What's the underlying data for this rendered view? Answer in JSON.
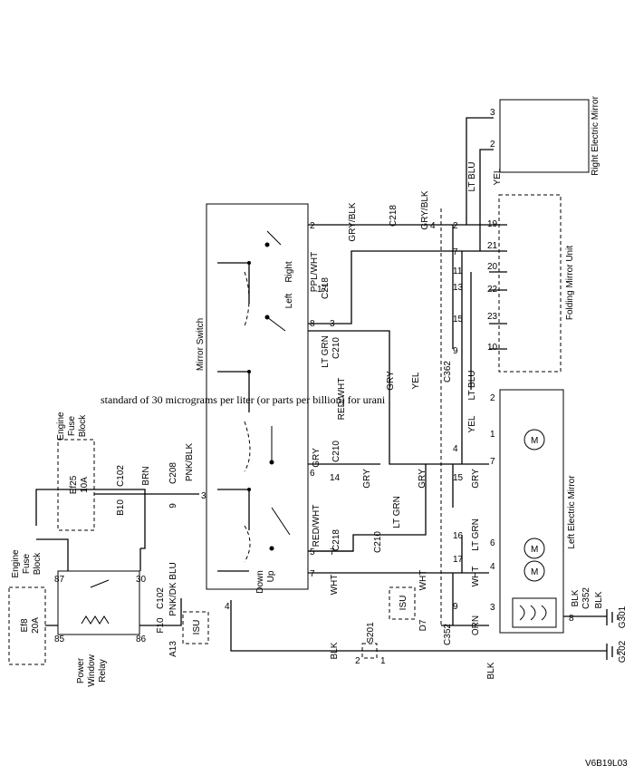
{
  "overlay_text": "standard of 30 micrograms per liter (or parts per billion) for urani",
  "figure_code": "V6B19L03",
  "components": {
    "mirror_switch": "Mirror Switch",
    "left_mirror": "Left Electric Mirror",
    "right_mirror": "Right Electric Mirror",
    "folding_unit": "Folding Mirror Unit",
    "relay": [
      "Power",
      "Window",
      "Relay"
    ],
    "fuse_block_1": [
      "Engine",
      "Fuse",
      "Block"
    ],
    "fuse_block_2": [
      "Engine",
      "Fuse",
      "Block"
    ],
    "ef8": "Ef8",
    "ef8_rating": "20A",
    "ef25": "Ef25",
    "ef25_rating": "10A",
    "isu": "ISU",
    "splice": "S201",
    "ground_1": "G202",
    "ground_2": "G301",
    "switch_right": "Right",
    "switch_left": "Left",
    "switch_up": "Up",
    "switch_down": "Down"
  },
  "wires": {
    "gry_blk": "GRY/BLK",
    "ppl_wht": "PPL/WHT",
    "lt_grn": "LT GRN",
    "red_wht": "RED/WHT",
    "gry": "GRY",
    "yel": "YEL",
    "lt_blu": "LT BLU",
    "wht": "WHT",
    "orn": "ORN",
    "blk": "BLK",
    "pnk_blk": "PNK/BLK",
    "brn": "BRN",
    "pnk_dk_blu": "PNK/DK BLU"
  },
  "connectors": {
    "c102": "C102",
    "c208": "C208",
    "c210": "C210",
    "c218": "C218",
    "c352": "C352",
    "c362": "C362"
  },
  "pins": {
    "b10": "B10",
    "f10": "F10",
    "a13": "A13",
    "d7": "D7",
    "p85": "85",
    "p86": "86",
    "p87": "87",
    "p30": "30",
    "p9": "9",
    "p3": "3",
    "p4": "4",
    "p2": "2",
    "p1": "1",
    "p5": "5",
    "p6": "6",
    "p7": "7",
    "p8": "8",
    "p10": "10",
    "p11": "11",
    "p13": "13",
    "p14": "14",
    "p15": "15",
    "p16": "16",
    "p17": "17",
    "p19": "19",
    "p20": "20",
    "p21": "21",
    "p22": "22",
    "p23": "23",
    "motor": "M"
  }
}
